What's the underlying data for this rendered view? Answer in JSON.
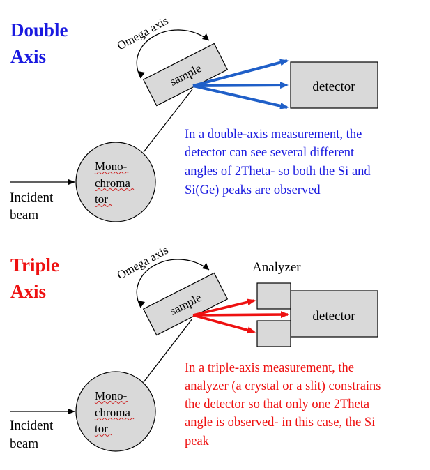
{
  "colors": {
    "double_accent": "#1a1ae0",
    "triple_accent": "#ee1111",
    "blue_arrow": "#1f5fc8",
    "red_arrow": "#ee1111",
    "component_fill": "#d9d9d9"
  },
  "double": {
    "title_line1": "Double",
    "title_line2": "Axis",
    "omega_label": "Omega axis",
    "sample_label": "sample",
    "detector_label": "detector",
    "mono_line1": "Mono-",
    "mono_line2": "chroma",
    "mono_line3": "tor",
    "incident_line1": "Incident",
    "incident_line2": "beam",
    "note_lines": [
      "In a double-axis measurement, the",
      "detector can see several different",
      "angles of 2Theta- so both the Si and",
      "Si(Ge) peaks are observed"
    ]
  },
  "triple": {
    "title_line1": "Triple",
    "title_line2": "Axis",
    "omega_label": "Omega axis",
    "sample_label": "sample",
    "analyzer_label": "Analyzer",
    "detector_label": "detector",
    "mono_line1": "Mono-",
    "mono_line2": "chroma",
    "mono_line3": "tor",
    "incident_line1": "Incident",
    "incident_line2": "beam",
    "note_lines": [
      "In a triple-axis measurement, the",
      "analyzer (a crystal or a slit) constrains",
      "the detector so that only one 2Theta",
      "angle is observed- in this case, the Si",
      "peak"
    ]
  }
}
